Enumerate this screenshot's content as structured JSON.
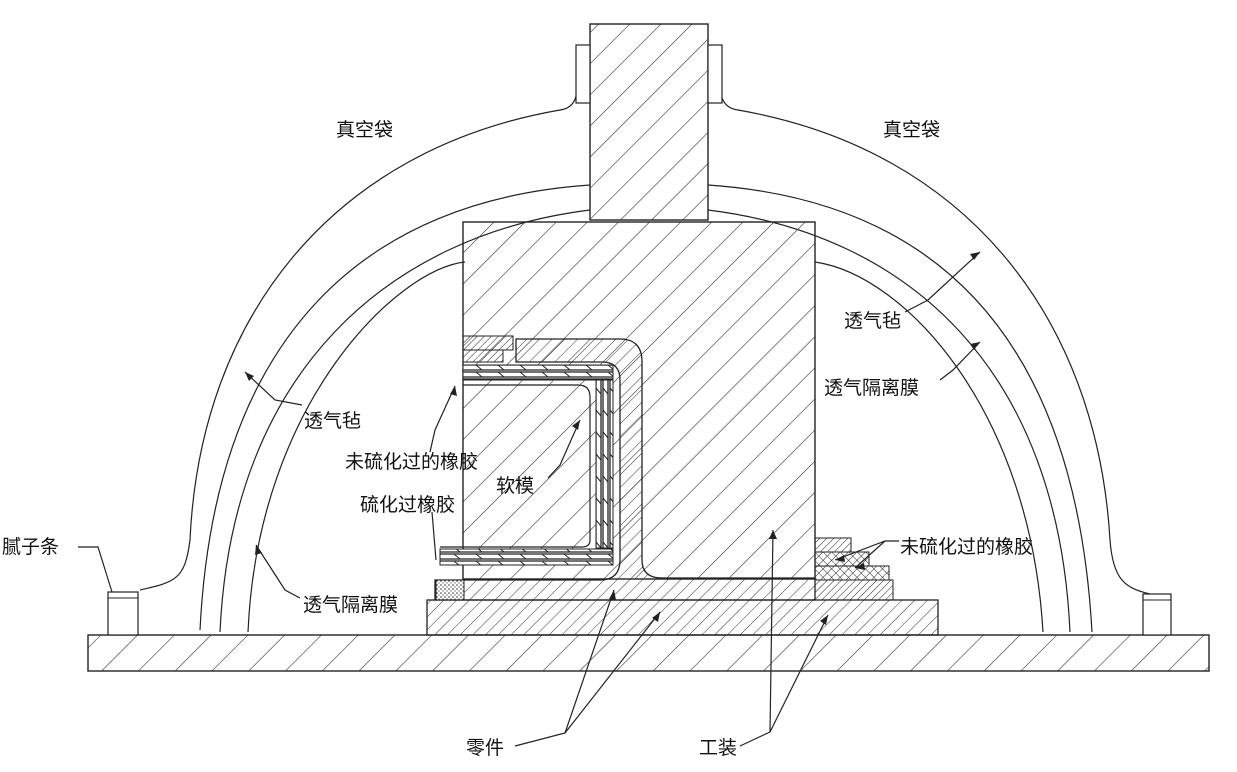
{
  "labels": {
    "vacuum_bag_left": "真空袋",
    "vacuum_bag_right": "真空袋",
    "breather_left": "透气毡",
    "breather_right": "透气毡",
    "release_film_left": "透气隔离膜",
    "release_film_right": "透气隔离膜",
    "uncured_rubber_left": "未硫化过的橡胶",
    "uncured_rubber_right": "未硫化过的橡胶",
    "soft_mold": "软模",
    "cured_rubber": "硫化过橡胶",
    "putty_strip": "腻子条",
    "part": "零件",
    "tooling": "工装"
  },
  "colors": {
    "line": "#222222",
    "background": "#ffffff"
  }
}
